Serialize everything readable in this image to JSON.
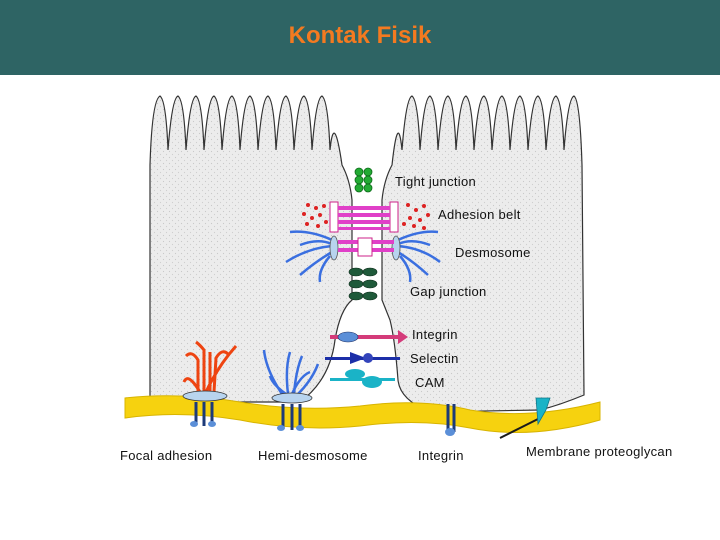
{
  "slide": {
    "title": "Kontak Fisik"
  },
  "diagram": {
    "labels": {
      "tight_junction": "Tight junction",
      "adhesion_belt": "Adhesion belt",
      "desmosome": "Desmosome",
      "gap_junction": "Gap junction",
      "integrin_lateral": "Integrin",
      "selectin": "Selectin",
      "cam": "CAM",
      "focal_adhesion": "Focal adhesion",
      "hemi_desmosome": "Hemi-desmosome",
      "integrin_basal": "Integrin",
      "membrane_proteoglycan": "Membrane proteoglycan"
    },
    "colors": {
      "header_bg": "#2e6464",
      "title": "#f47a20",
      "cell_fill": "#ececec",
      "basement_membrane": "#f6d20f",
      "tight_junction": "#22aa33",
      "adhesion_belt": "#e040c8",
      "desmosome_filaments": "#3a6fe0",
      "focal_adhesion_filaments": "#ee4411",
      "gap_junction": "#1f5a3a"
    }
  }
}
